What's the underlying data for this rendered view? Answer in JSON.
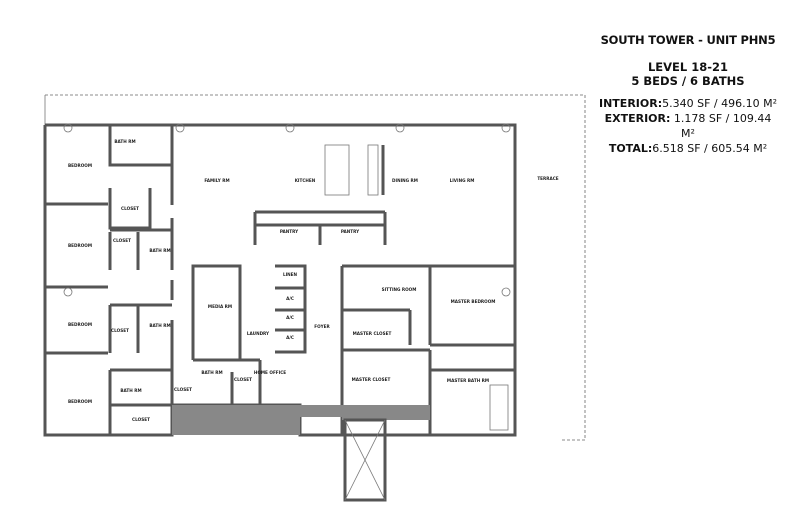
{
  "header": {
    "title": "SOUTH TOWER - UNIT PHN5",
    "level": "LEVEL 18-21",
    "beds_baths": "5 BEDS / 6 BATHS",
    "interior_label": "INTERIOR:",
    "interior_value": "5.340 SF / 496.10 M²",
    "exterior_label": "EXTERIOR:",
    "exterior_value": "1.178 SF / 109.44 M²",
    "total_label": "TOTAL:",
    "total_value": "6.518 SF / 605.54 M²"
  },
  "rooms": [
    "BATH RM",
    "BEDROOM",
    "FAMILY RM",
    "KITCHEN",
    "DINING RM",
    "LIVING RM",
    "TERRACE",
    "CLOSET",
    "PANTRY",
    "PANTRY",
    "BEDROOM",
    "CLOSET",
    "BATH RM",
    "LINEN",
    "A/C",
    "A/C",
    "A/C",
    "SITTING ROOM",
    "MASTER BEDROOM",
    "MEDIA RM",
    "BEDROOM",
    "CLOSET",
    "BATH RM",
    "LAUNDRY",
    "FOYER",
    "MASTER CLOSET",
    "BATH RM",
    "HOME OFFICE",
    "CLOSET",
    "MASTER CLOSET",
    "MASTER BATH RM",
    "CLOSET",
    "BEDROOM",
    "BATH RM",
    "CLOSET"
  ]
}
